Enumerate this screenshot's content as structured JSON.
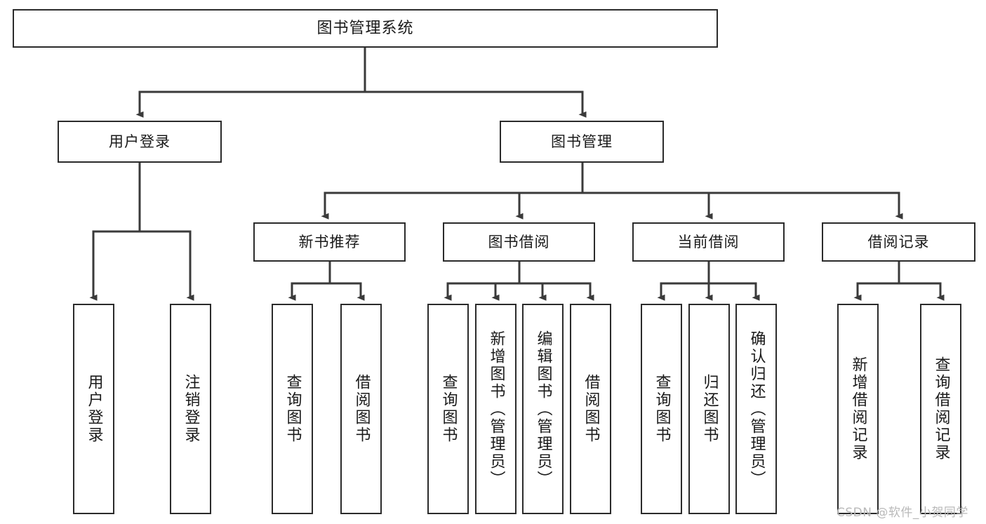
{
  "diagram": {
    "title": "图书管理系统",
    "type": "tree-hierarchy-chart",
    "watermark": "CSDN @软件_小贺同学",
    "colors": {
      "box_border": "#2b2b2b",
      "box_fill": "#ffffff",
      "edge": "#3a3a3a",
      "text": "#1a1a1a",
      "watermark": "#b9b9b9"
    },
    "root": {
      "label": "图书管理系统"
    },
    "level2": [
      {
        "label": "用户登录"
      },
      {
        "label": "图书管理"
      }
    ],
    "level3": [
      {
        "label": "新书推荐"
      },
      {
        "label": "图书借阅"
      },
      {
        "label": "当前借阅"
      },
      {
        "label": "借阅记录"
      }
    ],
    "leaves": {
      "user_login": [
        {
          "label": "用户登录"
        },
        {
          "label": "注销登录"
        }
      ],
      "new_book": [
        {
          "label": "查询图书"
        },
        {
          "label": "借阅图书"
        }
      ],
      "borrow_book": [
        {
          "label": "查询图书"
        },
        {
          "label": "新增图书（管理员）"
        },
        {
          "label": "编辑图书（管理员）"
        },
        {
          "label": "借阅图书"
        }
      ],
      "current_borrow": [
        {
          "label": "查询图书"
        },
        {
          "label": "归还图书"
        },
        {
          "label": "确认归还（管理员）"
        }
      ],
      "borrow_record": [
        {
          "label": "新增借阅记录"
        },
        {
          "label": "查询借阅记录"
        }
      ]
    }
  }
}
